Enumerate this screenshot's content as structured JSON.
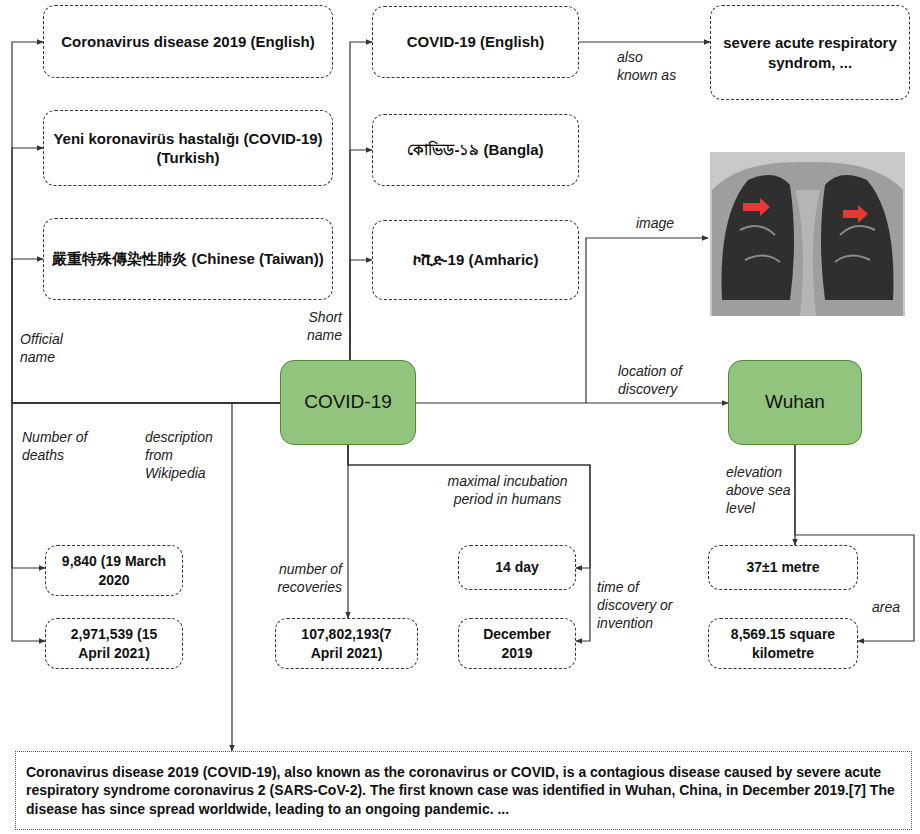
{
  "diagram": {
    "nodes": [
      {
        "text": [
          "Coronavirus disease 2019 (English)"
        ]
      },
      {
        "text": [
          "Yeni koronavirüs hastalığı (COVID-19)(Turkish)"
        ]
      },
      {
        "text": [
          "嚴重特殊傳染性肺炎 (Chinese (Taiwan))"
        ]
      },
      {
        "text": [
          "COVID-19 (English)"
        ]
      },
      {
        "text": [
          "কোভিড-১৯ (Bangla)"
        ]
      },
      {
        "text": [
          "ኮቪድ-19 (Amharic)"
        ]
      },
      {
        "text": [
          "severe acute respiratory syndrom, ..."
        ]
      },
      {
        "text": [
          "COVID-19"
        ]
      },
      {
        "text": [
          "Wuhan"
        ]
      },
      {
        "text": [
          "9,840 (19 March 2020"
        ]
      },
      {
        "text": [
          "2,971,539 (15 April 2021)"
        ]
      },
      {
        "text": [
          "107,802,193(7 April 2021)"
        ]
      },
      {
        "text": [
          "14 day"
        ]
      },
      {
        "text": [
          "December 2019"
        ]
      },
      {
        "text": [
          "37±1 metre"
        ]
      },
      {
        "text": [
          "8,569.15 square kilometre"
        ]
      },
      {
        "text": [
          "Coronavirus disease 2019 (COVID-19), also known as the coronavirus or COVID, is a contagious disease caused by severe acute respiratory syndrome coronavirus 2 (SARS-CoV-2). The first known case was identified in Wuhan, China, in December 2019.[7] The disease has since spread worldwide, leading to an ongoing pandemic. ..."
        ]
      }
    ],
    "edges": [
      {
        "from": 7,
        "to": 0,
        "arrow": "to",
        "label": "Official name"
      },
      {
        "from": 7,
        "to": 1,
        "arrow": "to"
      },
      {
        "from": 7,
        "to": 2,
        "arrow": "to"
      },
      {
        "from": 7,
        "to": 3,
        "arrow": "to",
        "label": "Short name"
      },
      {
        "from": 7,
        "to": 4,
        "arrow": "to"
      },
      {
        "from": 7,
        "to": 5,
        "arrow": "to"
      },
      {
        "from": 3,
        "to": 6,
        "arrow": "to",
        "label": "also known as"
      },
      {
        "from": 7,
        "to": 8,
        "arrow": "to",
        "label": "location of discovery"
      },
      {
        "from": 7,
        "to": 9,
        "arrow": "to",
        "label": "Number of deaths"
      },
      {
        "from": 7,
        "to": 10,
        "arrow": "to"
      },
      {
        "from": 7,
        "to": 16,
        "arrow": "to",
        "label": "description from Wikipedia"
      },
      {
        "from": 7,
        "to": 11,
        "arrow": "to",
        "label": "number of recoveries"
      },
      {
        "from": 7,
        "to": 12,
        "arrow": "to",
        "label": "maximal incubation period in humans"
      },
      {
        "from": 7,
        "to": 13,
        "arrow": "to",
        "label": "time of discovery or invention"
      },
      {
        "from": 8,
        "to": 14,
        "arrow": "to",
        "label": "elevation above sea level"
      },
      {
        "from": 8,
        "to": 15,
        "arrow": "to",
        "label": "area"
      }
    ],
    "labels": [
      "image"
    ]
  }
}
